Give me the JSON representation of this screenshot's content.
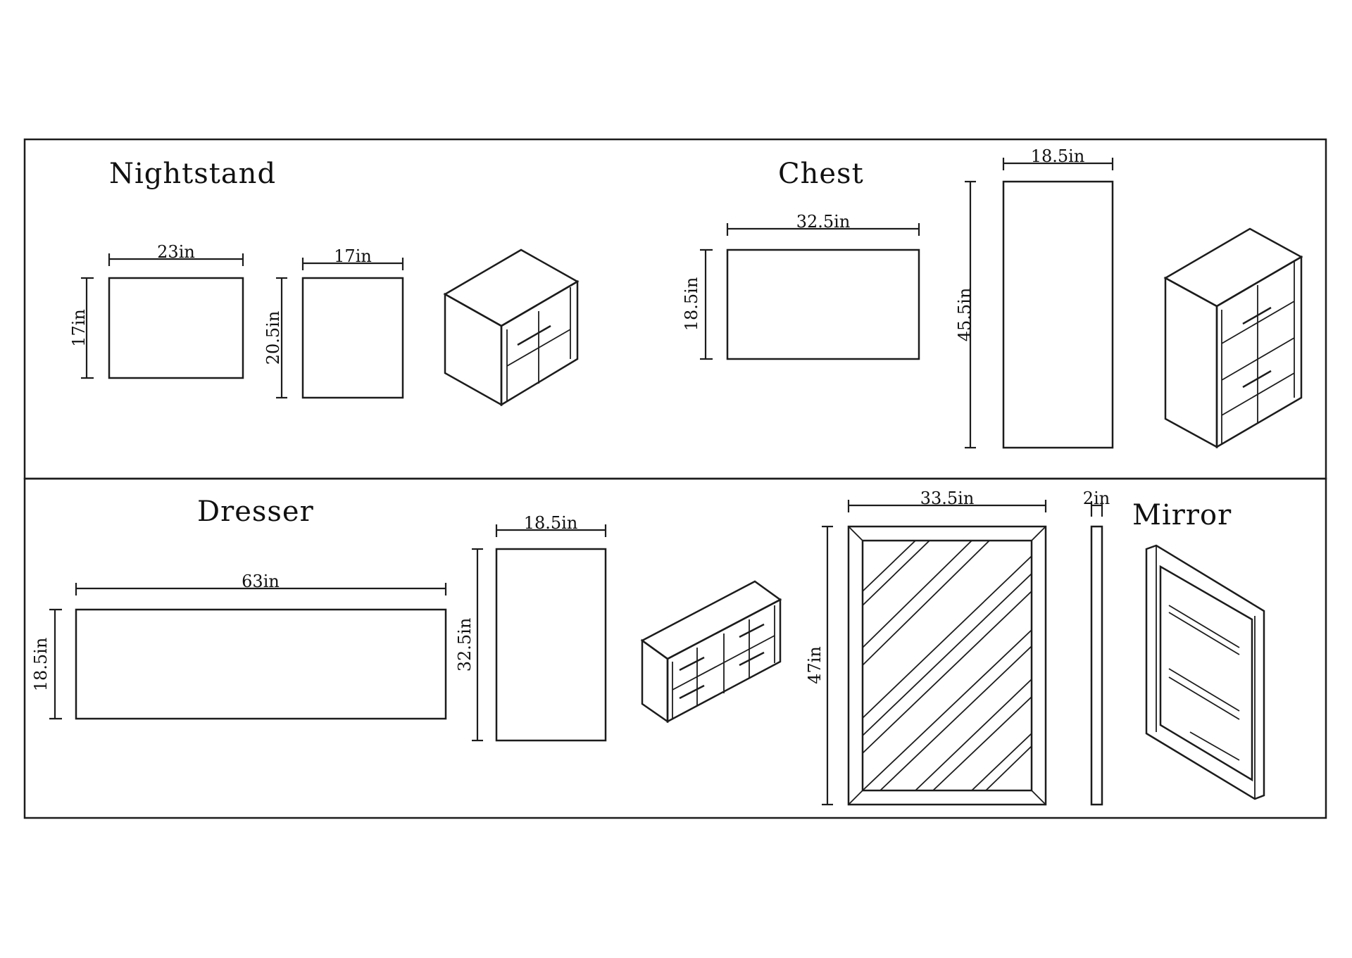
{
  "nightstand": {
    "title": "Nightstand",
    "top_width": "23in",
    "top_depth": "17in",
    "side_width": "17in",
    "side_height": "20.5in"
  },
  "chest": {
    "title": "Chest",
    "top_width": "32.5in",
    "top_depth": "18.5in",
    "side_width": "18.5in",
    "side_height": "45.5in"
  },
  "dresser": {
    "title": "Dresser",
    "top_width": "63in",
    "top_depth": "18.5in",
    "side_width": "18.5in",
    "side_height": "32.5in"
  },
  "mirror": {
    "title": "Mirror",
    "front_width": "33.5in",
    "front_height": "47in",
    "thickness": "2in"
  }
}
